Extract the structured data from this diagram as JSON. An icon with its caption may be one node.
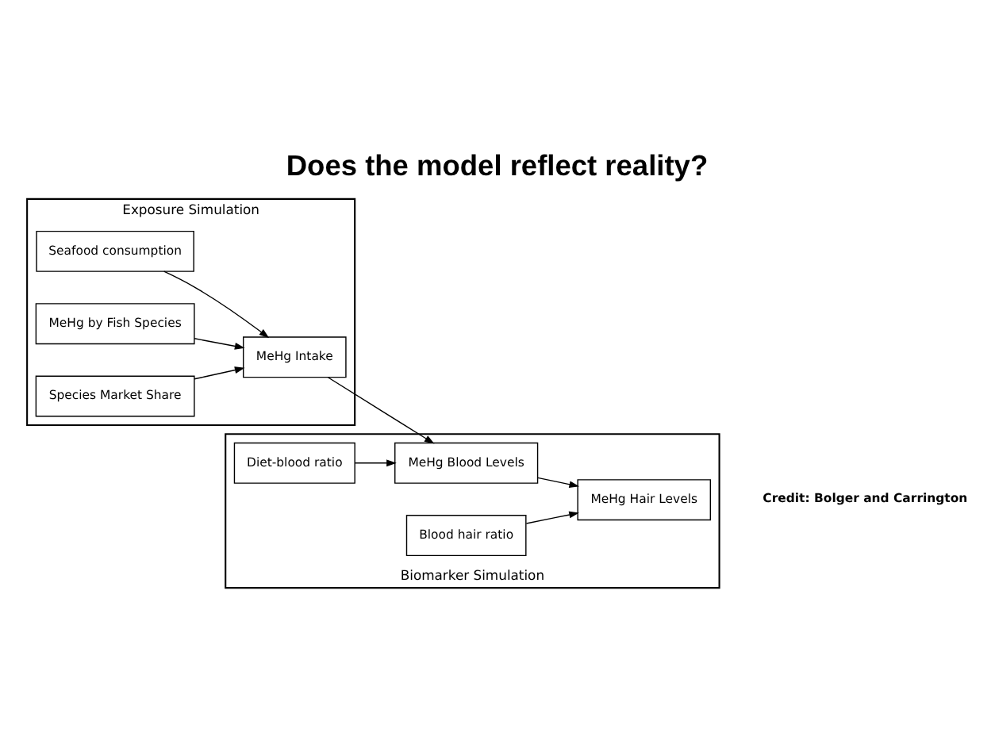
{
  "diagram": {
    "title": "Does the model reflect reality?",
    "nodes": [
      {
        "text": [
          "Exposure Simulation"
        ]
      },
      {
        "text": [
          "Seafood consumption"
        ],
        "in": 0
      },
      {
        "text": [
          "MeHg by Fish Species"
        ],
        "in": 0
      },
      {
        "text": [
          "MeHg Intake"
        ],
        "in": 0
      },
      {
        "text": [
          "Species Market Share"
        ],
        "in": 0
      },
      {
        "text": [
          "Biomarker Simulation"
        ]
      },
      {
        "text": [
          "Diet-blood ratio"
        ],
        "in": 5
      },
      {
        "text": [
          "Blood hair ratio"
        ],
        "in": 5
      },
      {
        "text": [
          "MeHg Blood Levels"
        ],
        "in": 5
      },
      {
        "text": [
          "MeHg Hair Levels"
        ],
        "in": 5
      }
    ],
    "edges": [
      {
        "from": 1,
        "to": 3,
        "arrow": "to"
      },
      {
        "from": 2,
        "to": 3,
        "arrow": "to"
      },
      {
        "from": 4,
        "to": 3,
        "arrow": "to"
      },
      {
        "from": 3,
        "to": 8,
        "arrow": "to"
      },
      {
        "from": 6,
        "to": 8,
        "arrow": "to"
      },
      {
        "from": 7,
        "to": 9,
        "arrow": "to"
      },
      {
        "from": 8,
        "to": 9,
        "arrow": "to"
      }
    ],
    "labels": [
      "Credit: Bolger and Carrington"
    ]
  }
}
